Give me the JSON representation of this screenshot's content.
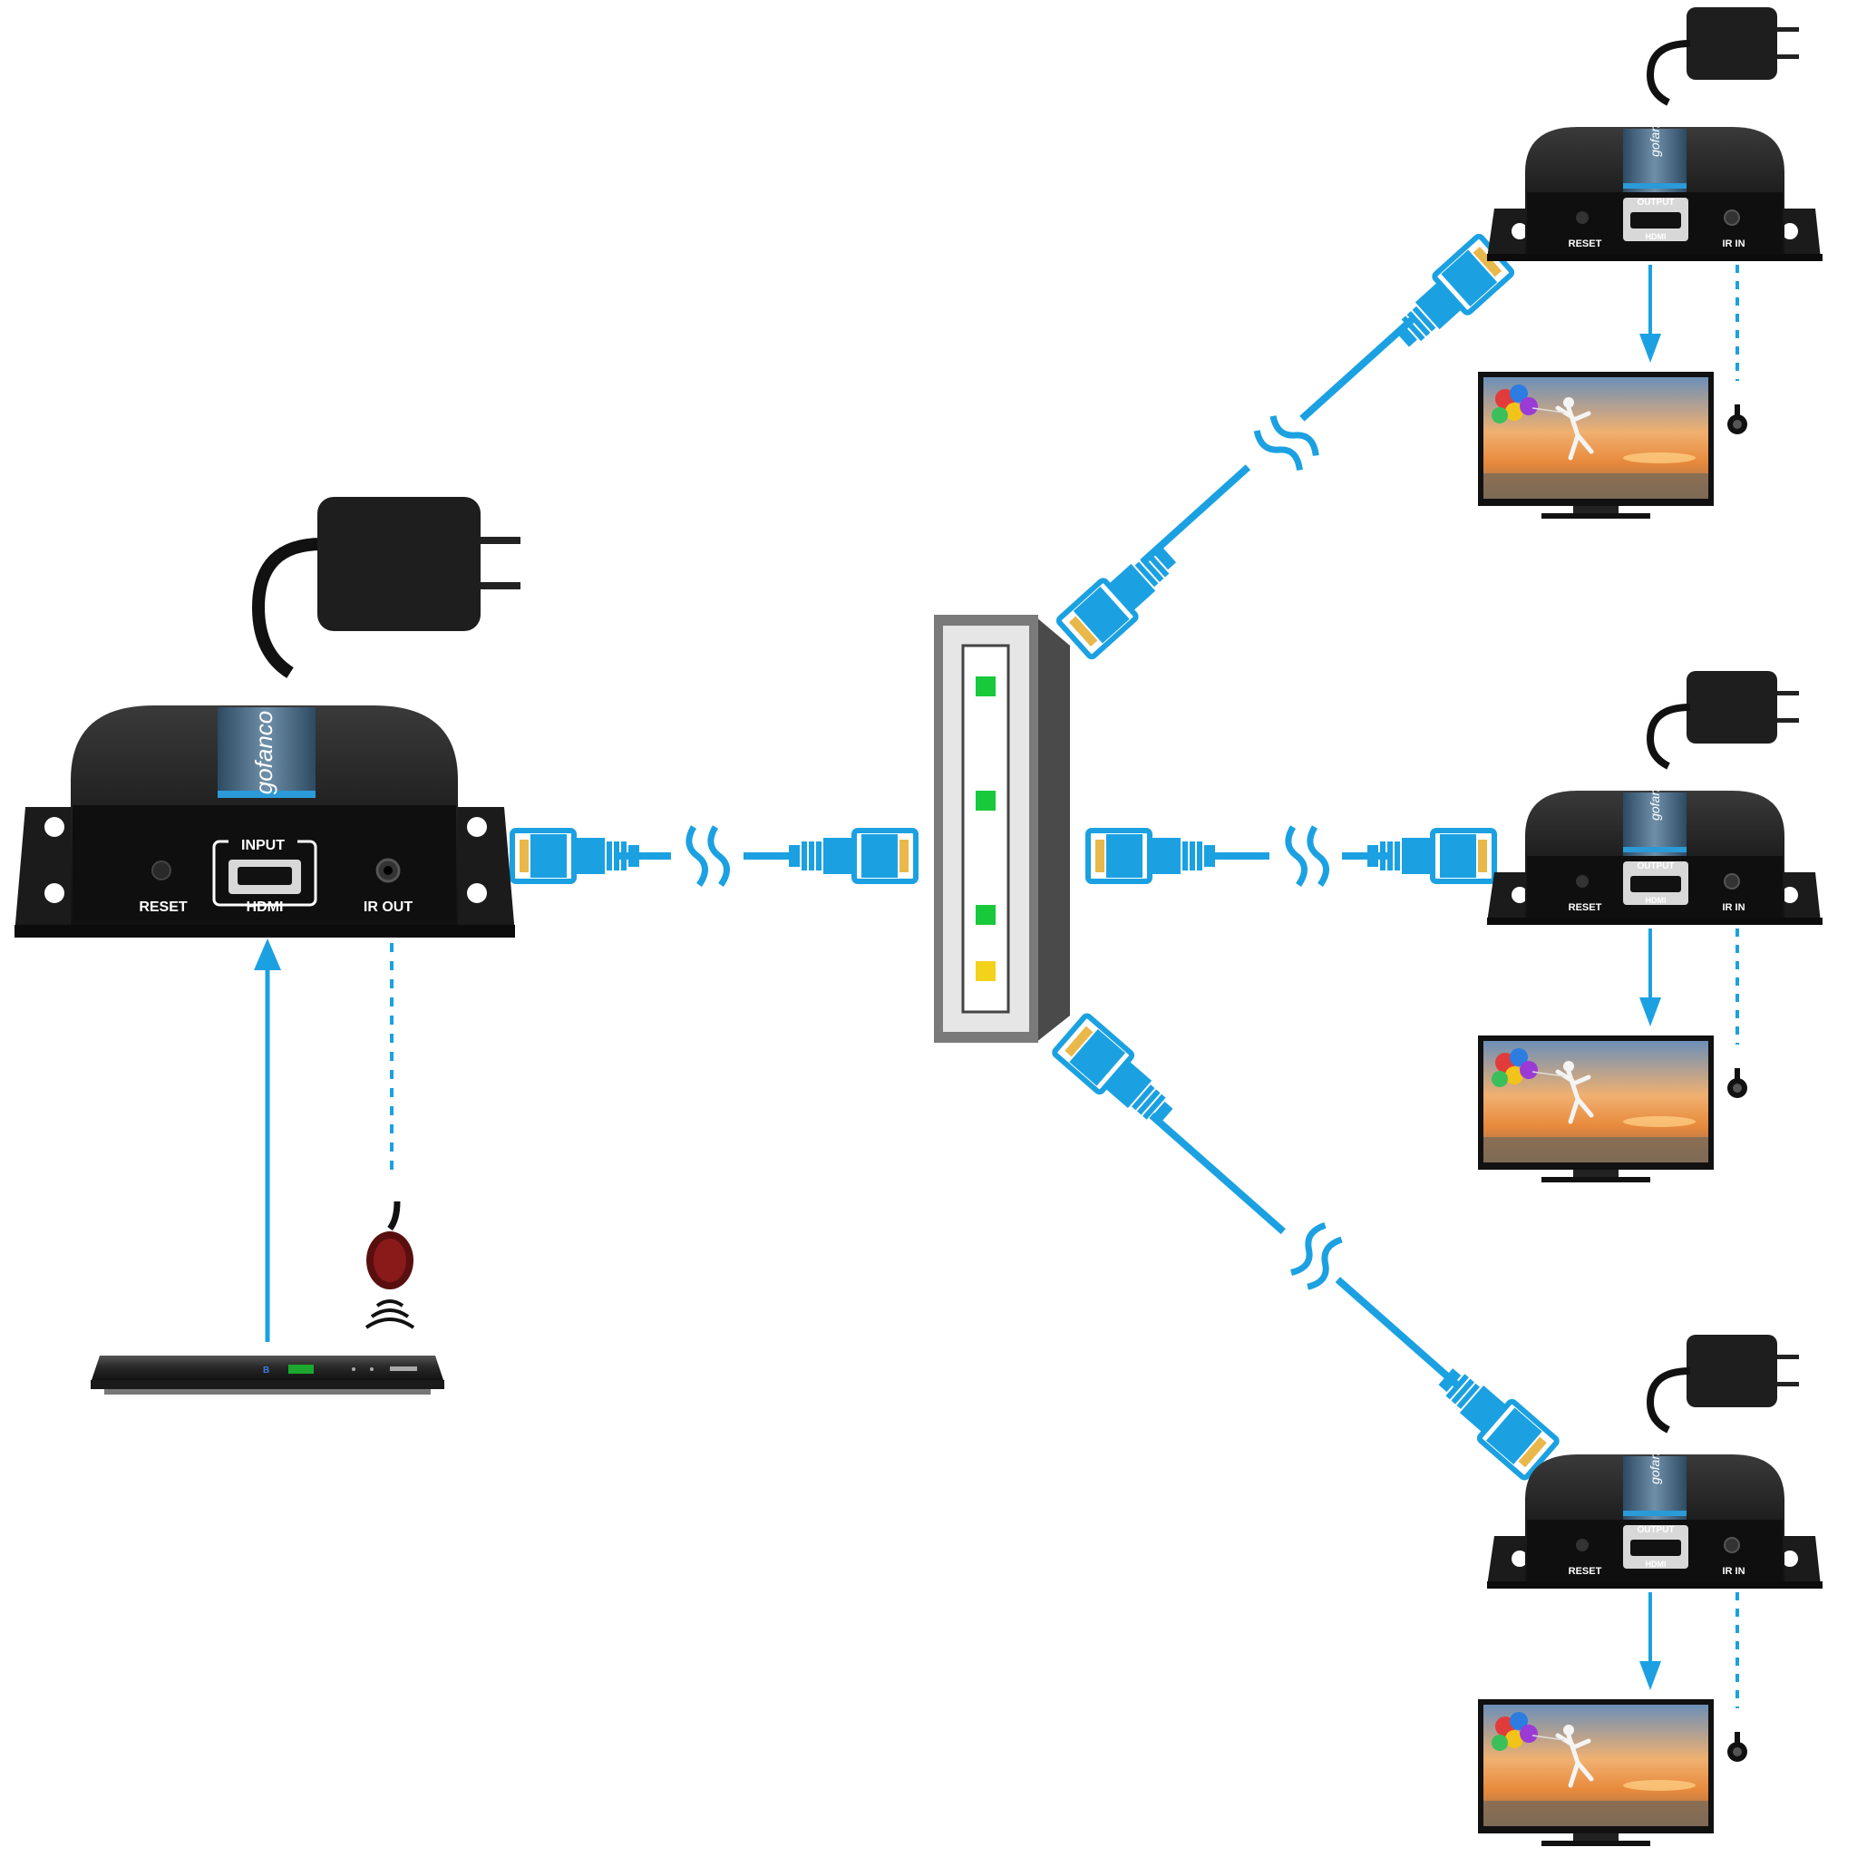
{
  "colors": {
    "cable": "#1ba1e2",
    "device_body": "#222222",
    "device_panel": "#111111",
    "accent_blue": "#2a9ad8",
    "switch_body": "#6d6d6d",
    "led_green": "#18c93b",
    "led_yellow": "#f3d21b",
    "plug": "#222222"
  },
  "transmitter": {
    "brand": "gofanco",
    "port_input_label": "INPUT",
    "port_hdmi_label": "HDMI",
    "reset_label": "RESET",
    "ir_label": "IR OUT"
  },
  "receivers": [
    {
      "brand": "gofanco",
      "output_label": "OUTPUT",
      "hdmi_label": "HDMI",
      "reset_label": "RESET",
      "ir_label": "IR IN"
    },
    {
      "brand": "gofanco",
      "output_label": "OUTPUT",
      "hdmi_label": "HDMI",
      "reset_label": "RESET",
      "ir_label": "IR IN"
    },
    {
      "brand": "gofanco",
      "output_label": "OUTPUT",
      "hdmi_label": "HDMI",
      "reset_label": "RESET",
      "ir_label": "IR IN"
    }
  ],
  "switch": {
    "leds": [
      "green",
      "green",
      "green",
      "yellow"
    ]
  },
  "icons": {
    "power_adapter": "power-adapter-icon",
    "blu_ray_player": "bluray-player-icon",
    "ir_sensor": "ir-sensor-icon",
    "tv": "tv-icon",
    "network_switch": "network-switch-icon",
    "rj45_connector": "rj45-connector-icon",
    "cable_break": "cable-break-icon"
  }
}
